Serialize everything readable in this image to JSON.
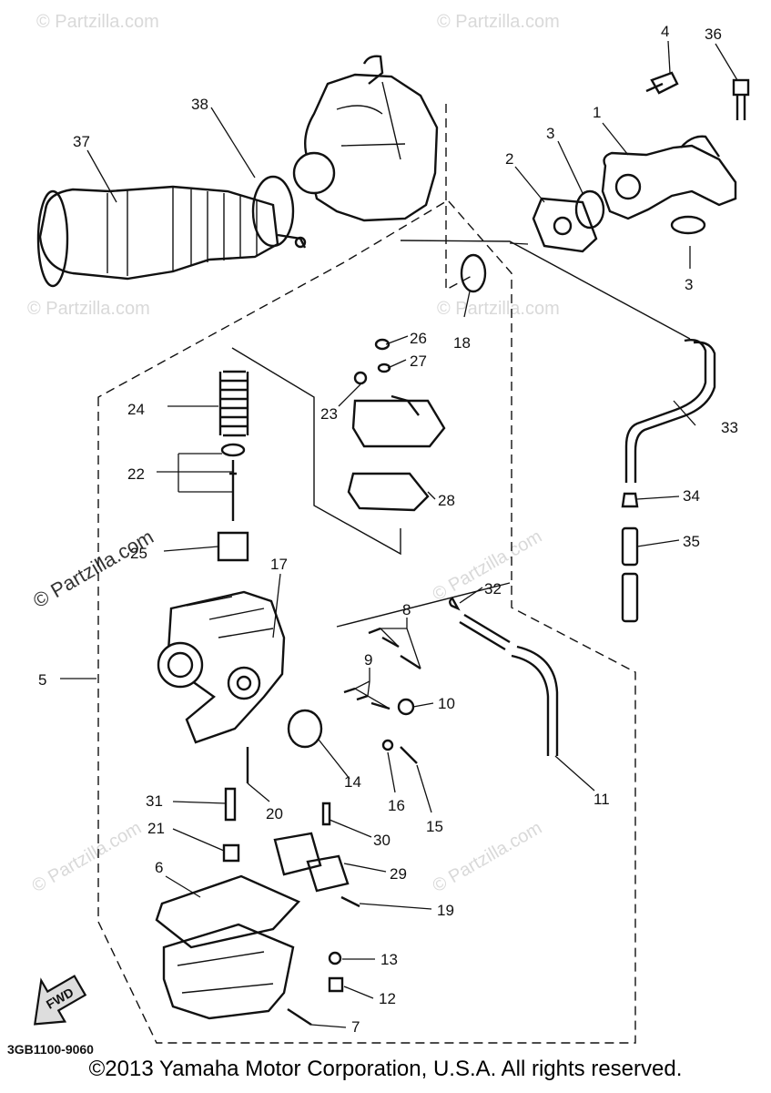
{
  "diagram": {
    "part_code": "3GB1100-9060",
    "fwd_label": "FWD",
    "watermark": "© Partzilla.com",
    "callouts": {
      "c1": "1",
      "c2": "2",
      "c3a": "3",
      "c3b": "3",
      "c4": "4",
      "c5": "5",
      "c6": "6",
      "c7": "7",
      "c8": "8",
      "c9": "9",
      "c10": "10",
      "c11": "11",
      "c12": "12",
      "c13": "13",
      "c14": "14",
      "c15": "15",
      "c16": "16",
      "c17": "17",
      "c18": "18",
      "c19": "19",
      "c20": "20",
      "c21": "21",
      "c22": "22",
      "c23": "23",
      "c24": "24",
      "c25": "25",
      "c26": "26",
      "c27": "27",
      "c28": "28",
      "c29": "29",
      "c30": "30",
      "c31": "31",
      "c32": "32",
      "c33": "33",
      "c34": "34",
      "c35": "35",
      "c36": "36",
      "c37": "37",
      "c38": "38"
    }
  },
  "copyright": "©2013 Yamaha Motor Corporation, U.S.A. All rights reserved."
}
